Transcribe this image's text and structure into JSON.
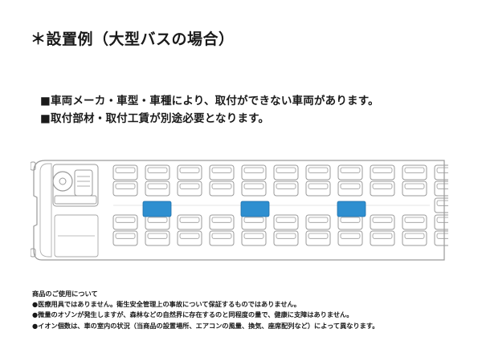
{
  "title": "＊設置例（大型バスの場合）",
  "notes": [
    "■車両メーカ・車型・車種により、取付ができない車両があります。",
    "■取付部材・取付工賃が別途必要となります。"
  ],
  "footer": {
    "heading": "商品のご使用について",
    "items": [
      "●医療用具ではありません。衛生安全管理上の事故について保証するものではありません。",
      "●微量のオゾンが発生しますが、森林などの自然界に存在するのと同程度の量で、健康に支障はありません。",
      "●イオン個数は、車の室内の状況（当商品の設置場所、エアコンの風量、換気、座席配列など）によって異なります。"
    ]
  },
  "colors": {
    "device": "#2e8fd0",
    "outline": "#9a9a9a"
  }
}
